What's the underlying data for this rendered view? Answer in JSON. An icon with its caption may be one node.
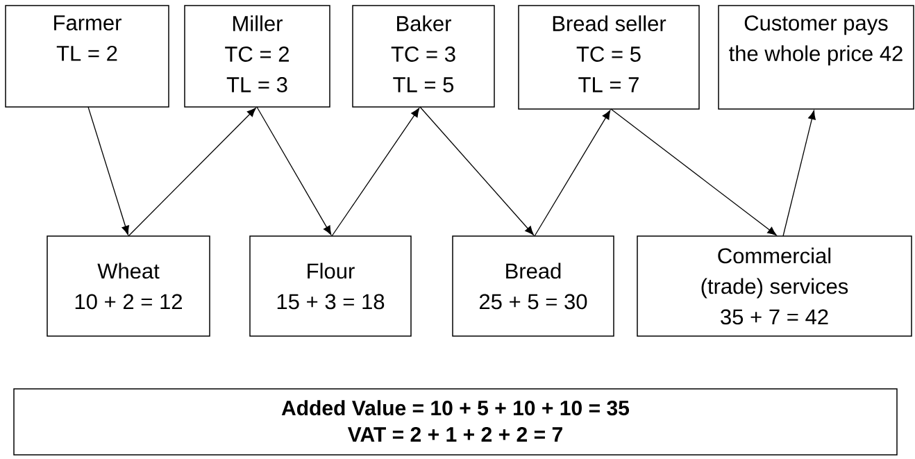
{
  "diagram": {
    "nodes": [
      {
        "text": [
          "Farmer",
          "TL = 2"
        ]
      },
      {
        "text": [
          "Miller",
          "TC = 2",
          "TL = 3"
        ]
      },
      {
        "text": [
          "Baker",
          "TC = 3",
          "TL = 5"
        ]
      },
      {
        "text": [
          "Bread seller",
          "TC = 5",
          "TL = 7"
        ]
      },
      {
        "text": [
          "Customer pays the whole price 42"
        ]
      },
      {
        "text": [
          "Wheat",
          "10 + 2 = 12"
        ]
      },
      {
        "text": [
          "Flour",
          "15 + 3 = 18"
        ]
      },
      {
        "text": [
          "Bread",
          "25 + 5 = 30"
        ]
      },
      {
        "text": [
          "Commercial (trade) services",
          "35 + 7 = 42"
        ]
      },
      {
        "text": [
          "Added Value = 10 + 5 + 10 + 10 = 35",
          "VAT = 2 + 1 + 2 + 2 = 7"
        ]
      }
    ],
    "edges": [
      {
        "from": 0,
        "to": 5,
        "arrow": "to"
      },
      {
        "from": 5,
        "to": 1,
        "arrow": "to"
      },
      {
        "from": 1,
        "to": 6,
        "arrow": "to"
      },
      {
        "from": 6,
        "to": 2,
        "arrow": "to"
      },
      {
        "from": 2,
        "to": 7,
        "arrow": "to"
      },
      {
        "from": 7,
        "to": 3,
        "arrow": "to"
      },
      {
        "from": 3,
        "to": 8,
        "arrow": "to"
      },
      {
        "from": 8,
        "to": 4,
        "arrow": "to"
      }
    ]
  }
}
